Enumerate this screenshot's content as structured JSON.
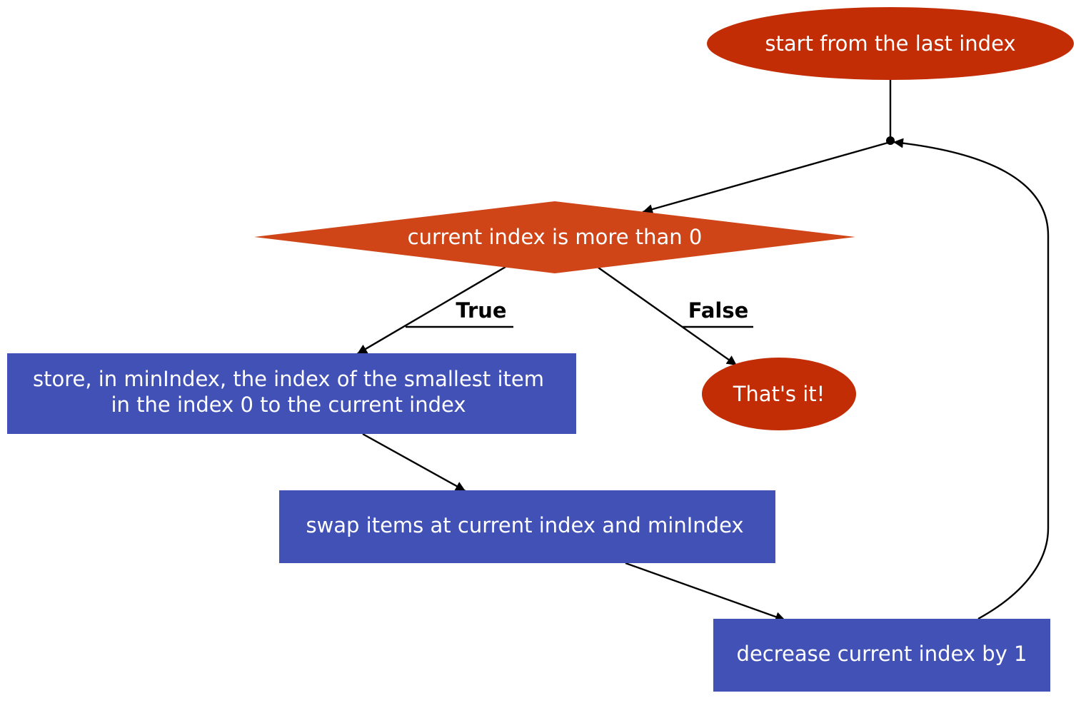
{
  "colors": {
    "terminal": "#c22d06",
    "decision": "#cf4518",
    "process": "#4151b5",
    "edge": "#000000",
    "text": "#ffffff"
  },
  "nodes": {
    "start": {
      "label": "start from the last index"
    },
    "decision": {
      "label": "current index is more than 0"
    },
    "store": {
      "label_line1": "store, in minIndex, the index of the smallest item",
      "label_line2": "in the index 0 to the current index"
    },
    "done": {
      "label": "That's it!"
    },
    "swap": {
      "label": "swap items at current index and minIndex"
    },
    "decrease": {
      "label": "decrease current index by 1"
    }
  },
  "edges": {
    "true_label": "True",
    "false_label": "False"
  }
}
